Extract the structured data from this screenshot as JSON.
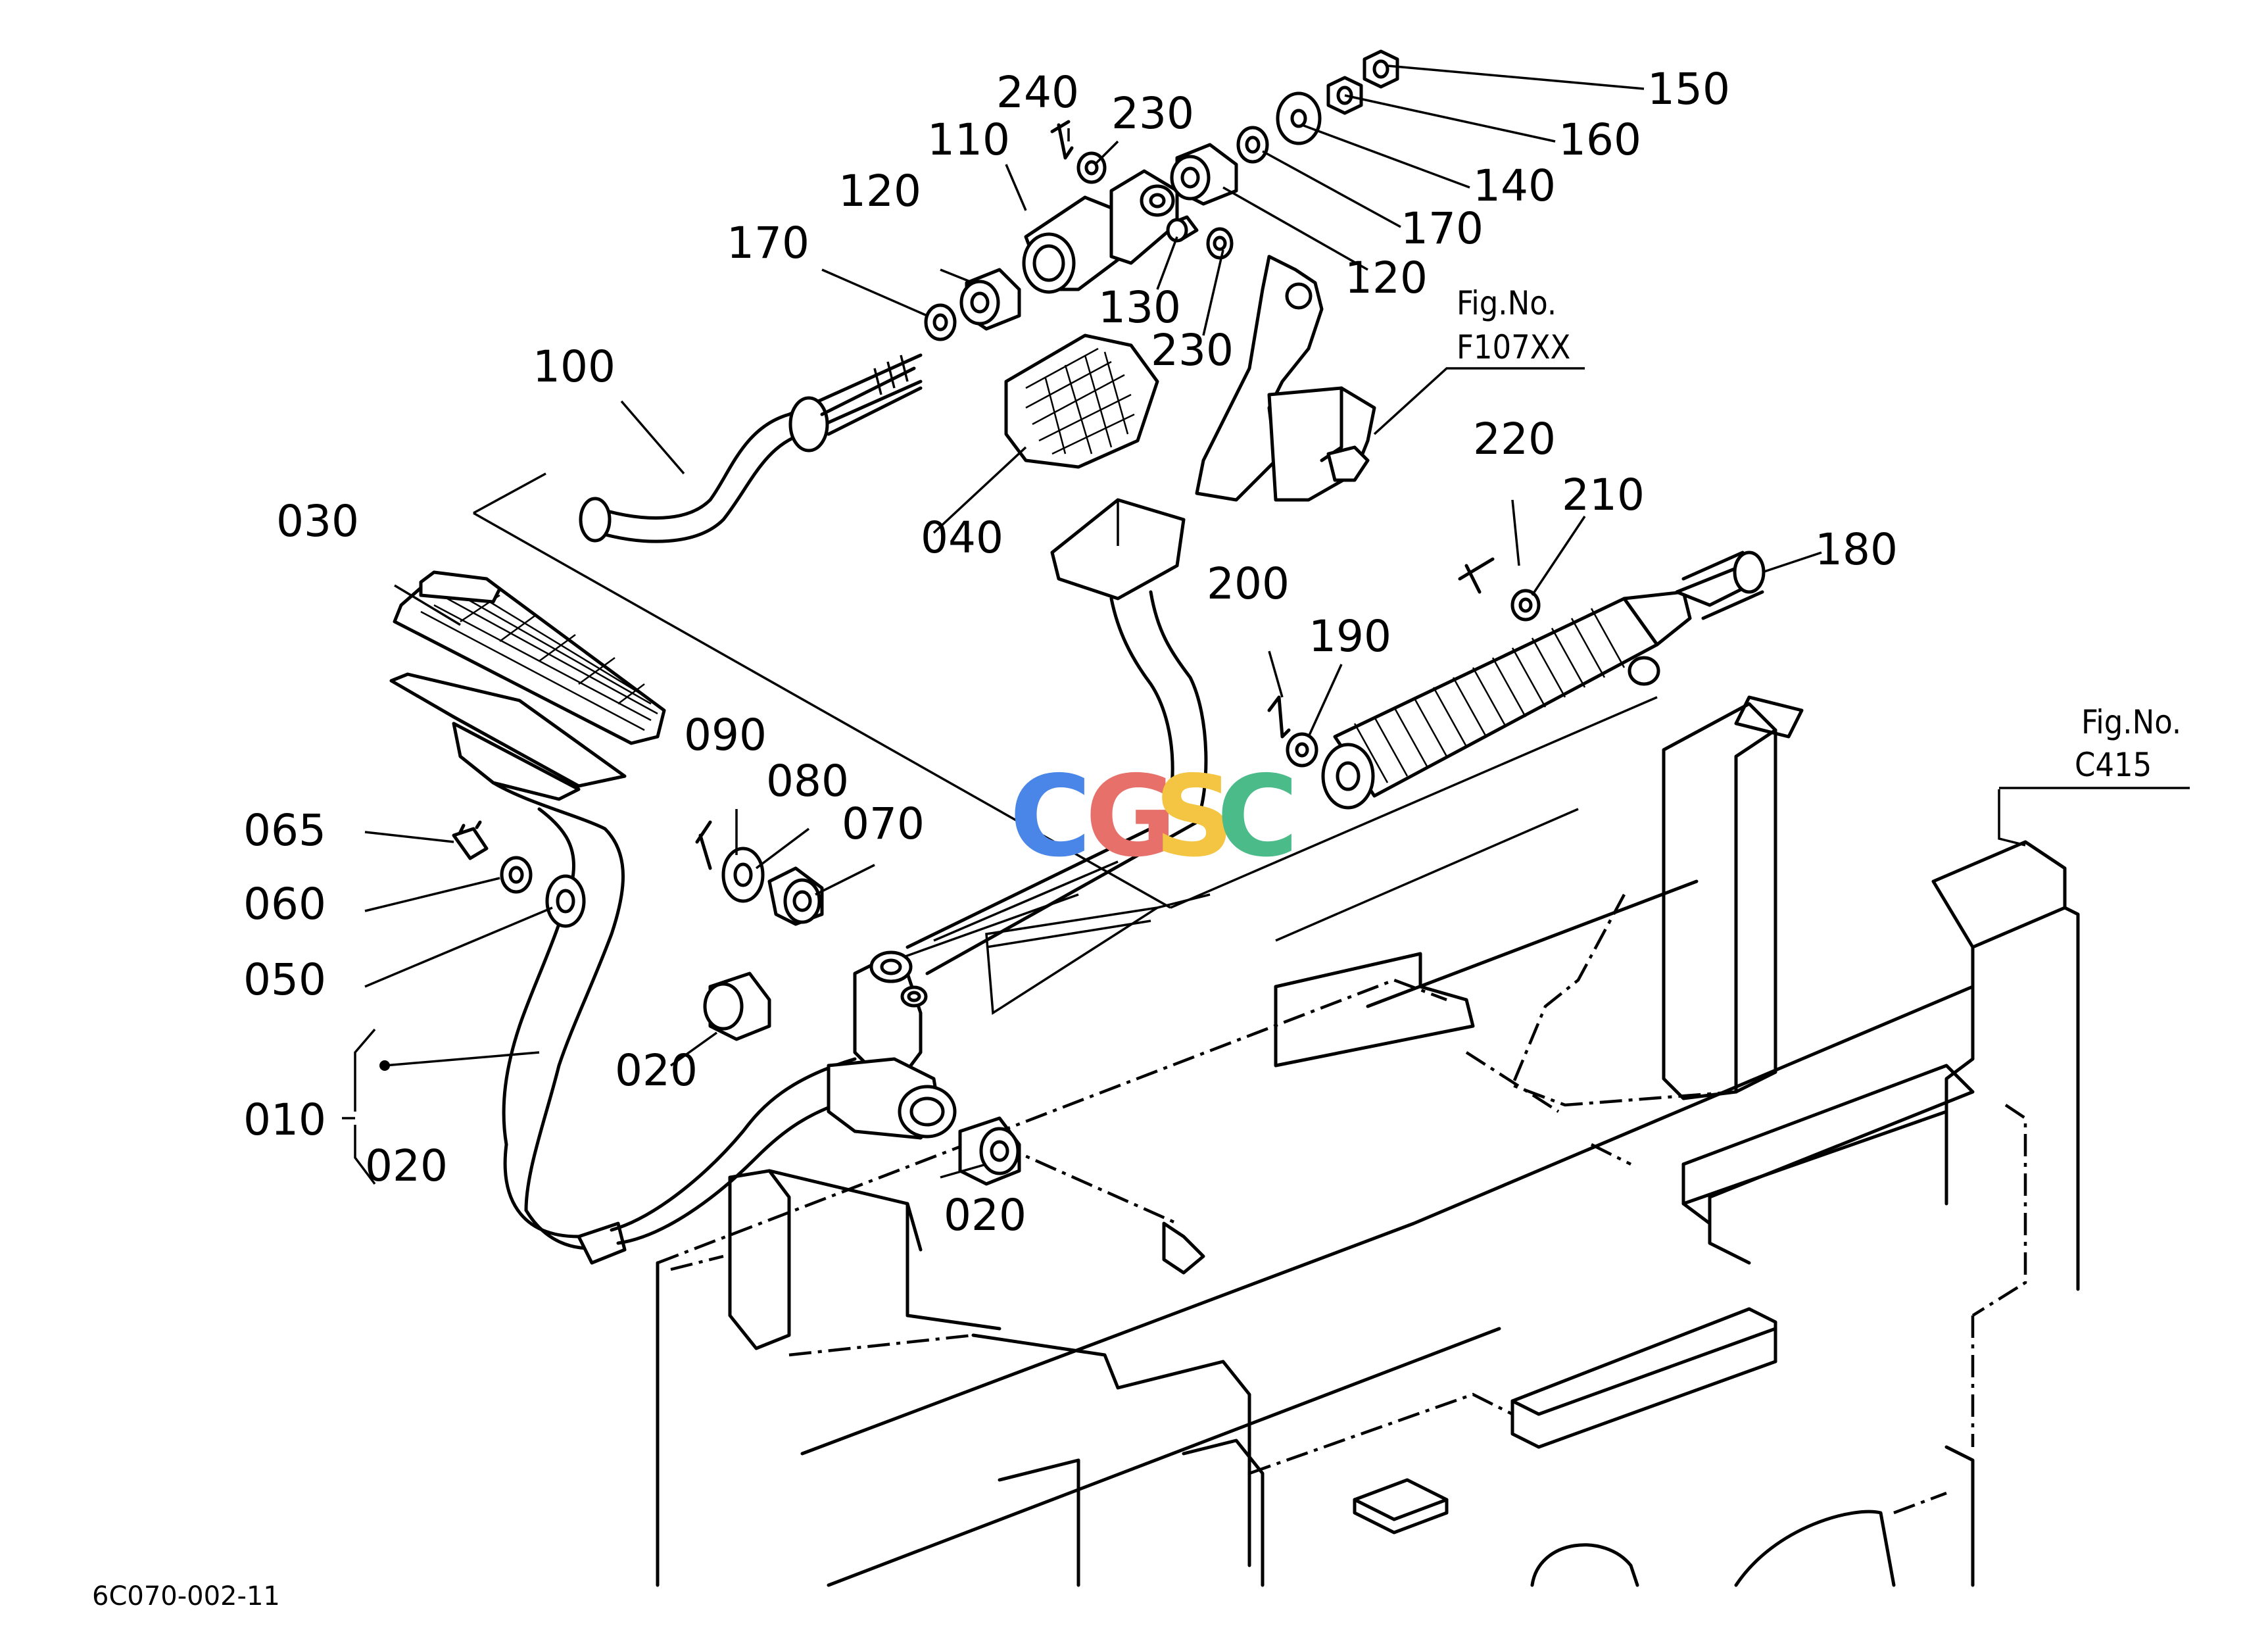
{
  "diagram": {
    "drawing_code": "6C070-002-11",
    "watermark": {
      "letters": [
        "C",
        "G",
        "S",
        "C"
      ],
      "colors": [
        "#4A86E8",
        "#E8706A",
        "#F4C542",
        "#4CBB8A"
      ]
    },
    "figure_refs": [
      {
        "prefix": "Fig.No.",
        "id": "F107XX"
      },
      {
        "prefix": "Fig.No.",
        "id": "C415"
      }
    ],
    "part_labels": [
      {
        "id": "p150",
        "text": "150"
      },
      {
        "id": "p160",
        "text": "160"
      },
      {
        "id": "p140",
        "text": "140"
      },
      {
        "id": "p170a",
        "text": "170"
      },
      {
        "id": "p120a",
        "text": "120"
      },
      {
        "id": "p240",
        "text": "240"
      },
      {
        "id": "p230a",
        "text": "230"
      },
      {
        "id": "p110",
        "text": "110"
      },
      {
        "id": "p120b",
        "text": "120"
      },
      {
        "id": "p170b",
        "text": "170"
      },
      {
        "id": "p130",
        "text": "130"
      },
      {
        "id": "p230b",
        "text": "230"
      },
      {
        "id": "p100",
        "text": "100"
      },
      {
        "id": "p040",
        "text": "040"
      },
      {
        "id": "p030",
        "text": "030"
      },
      {
        "id": "p220",
        "text": "220"
      },
      {
        "id": "p210",
        "text": "210"
      },
      {
        "id": "p180",
        "text": "180"
      },
      {
        "id": "p200",
        "text": "200"
      },
      {
        "id": "p190",
        "text": "190"
      },
      {
        "id": "p090",
        "text": "090"
      },
      {
        "id": "p080",
        "text": "080"
      },
      {
        "id": "p070",
        "text": "070"
      },
      {
        "id": "p065",
        "text": "065"
      },
      {
        "id": "p060",
        "text": "060"
      },
      {
        "id": "p050",
        "text": "050"
      },
      {
        "id": "p020a",
        "text": "020"
      },
      {
        "id": "p010",
        "text": "010"
      },
      {
        "id": "p020b",
        "text": "020"
      },
      {
        "id": "p020c",
        "text": "020"
      }
    ]
  }
}
